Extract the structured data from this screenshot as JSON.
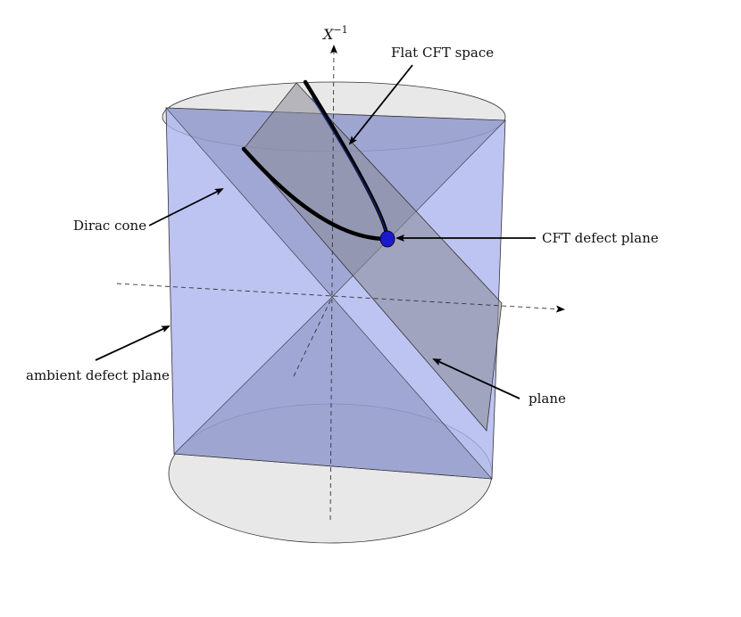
{
  "axis": {
    "vertical_symbol": "X",
    "vertical_exponent": "−1"
  },
  "labels": {
    "flat_cft_space": "Flat CFT space",
    "dirac_cone": "Dirac cone",
    "cft_defect_plane": "CFT defect plane",
    "ambient_defect_plane": "ambient defect plane",
    "plane": "plane"
  },
  "colors": {
    "ellipse_fill": "#e8e8e8",
    "blue_plane": "#aab3ee",
    "gray_plane": "#8a8a95",
    "curve": "#000000",
    "curve_inner": "#1a2a80",
    "point": "#1a1acc"
  }
}
